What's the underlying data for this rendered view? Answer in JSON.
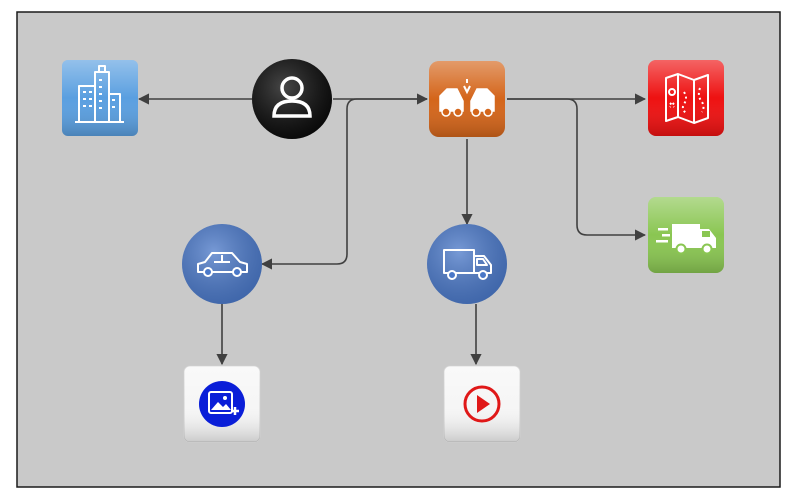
{
  "diagram": {
    "background": "#c9c9c9",
    "border_color": "#1a1a1a",
    "connector_color": "#404040",
    "nodes": [
      {
        "id": "user",
        "shape": "circle",
        "icon": "user-icon",
        "color": "#0a0a0a"
      },
      {
        "id": "building",
        "shape": "square",
        "icon": "building-icon",
        "color": "#5a9fe0"
      },
      {
        "id": "accident",
        "shape": "square",
        "icon": "car-crash-icon",
        "color": "#d4651a"
      },
      {
        "id": "map",
        "shape": "square",
        "icon": "map-icon",
        "color": "#ee1111"
      },
      {
        "id": "delivery",
        "shape": "square",
        "icon": "delivery-van-icon",
        "color": "#8ac652"
      },
      {
        "id": "car",
        "shape": "circle",
        "icon": "car-icon",
        "color": "#4a78c8"
      },
      {
        "id": "truck",
        "shape": "circle",
        "icon": "truck-icon",
        "color": "#4a78c8"
      },
      {
        "id": "add-image",
        "shape": "square",
        "icon": "add-image-icon",
        "color": "#f6f6f6",
        "accent": "#0a1ed8"
      },
      {
        "id": "play",
        "shape": "square",
        "icon": "play-icon",
        "color": "#f6f6f6",
        "accent": "#e01818"
      }
    ],
    "edges": [
      {
        "from": "user",
        "to": "building"
      },
      {
        "from": "user",
        "to": "accident"
      },
      {
        "from": "accident",
        "to": "map"
      },
      {
        "from": "accident",
        "to": "delivery"
      },
      {
        "from": "accident",
        "to": "car"
      },
      {
        "from": "accident",
        "to": "truck"
      },
      {
        "from": "car",
        "to": "add-image"
      },
      {
        "from": "truck",
        "to": "play"
      }
    ]
  }
}
